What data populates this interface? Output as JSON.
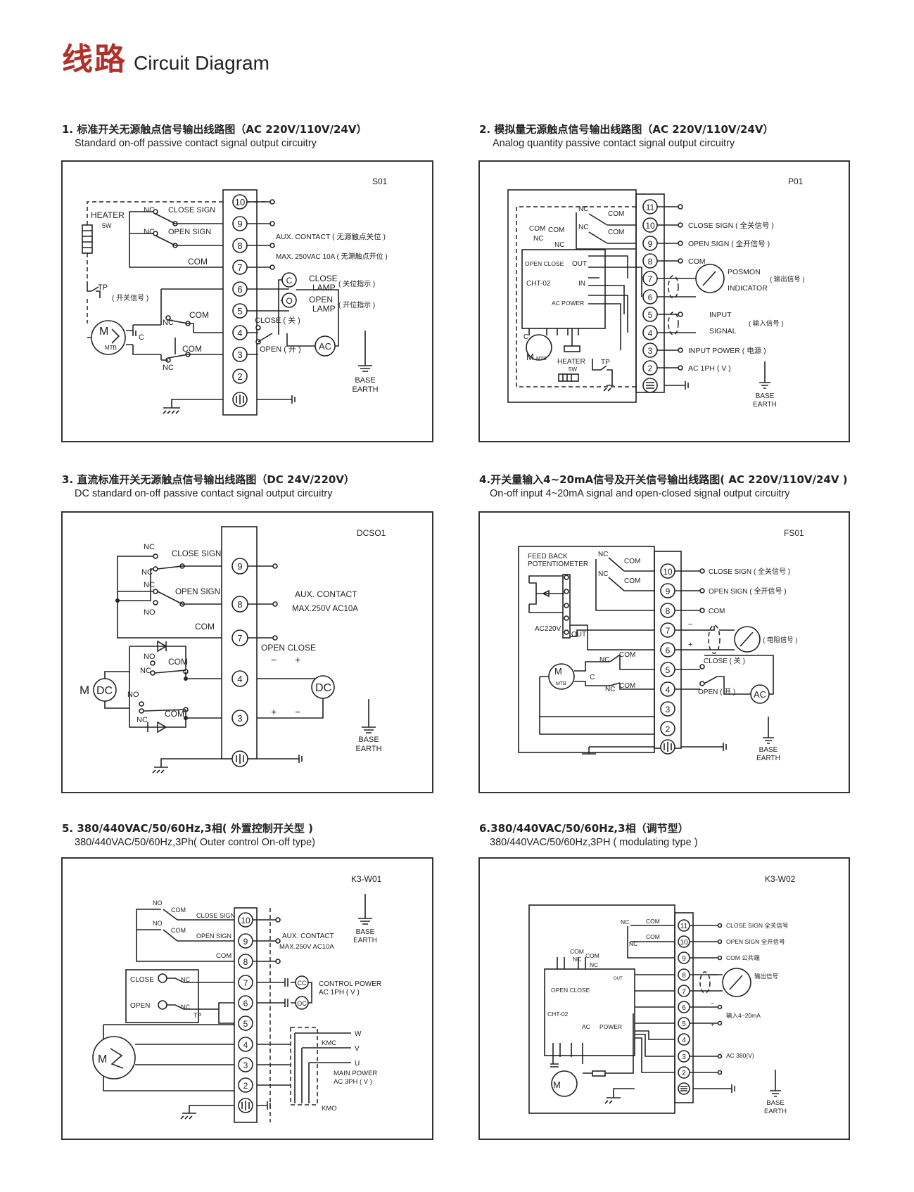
{
  "header": {
    "title_cn": "线路",
    "title_en": "Circuit Diagram"
  },
  "sections": [
    {
      "title": "1. 标准开关无源触点信号输出线路图（AC 220V/110V/24V）",
      "subtitle": "Standard on-off passive contact signal output circuitry",
      "code": "S01",
      "terminals": [
        "10",
        "9",
        "8",
        "7",
        "6",
        "5",
        "4",
        "3",
        "2"
      ],
      "labels": {
        "heater": "HEATER",
        "heater_w": "5W",
        "tp": "TP",
        "tp_cn": "( 开关信号 )",
        "nc1": "NC",
        "close_sign": "CLOSE SIGN",
        "nc2": "NC",
        "open_sign": "OPEN SIGN",
        "com": "COM",
        "aux": "AUX. CONTACT ( 无源触点关位 )",
        "max": "MAX. 250VAC 10A ( 无源触点开位 )",
        "close_lamp1": "CLOSE",
        "close_lamp2": "LAMP",
        "close_lamp_cn": "( 关位指示 )",
        "open_lamp1": "OPEN",
        "open_lamp2": "LAMP",
        "open_lamp_cn": "( 开位指示 )",
        "motor": "M",
        "mtb": "MTB",
        "cap": "C",
        "nc3": "NC",
        "com3": "COM",
        "nc4": "NC",
        "com4": "COM",
        "close_cn": "CLOSE ( 关 )",
        "open_cn": "OPEN ( 开 )",
        "ac": "AC",
        "base": "BASE",
        "earth": "EARTH",
        "lamp_c": "C",
        "lamp_o": "O"
      }
    },
    {
      "title": "2. 模拟量无源触点信号输出线路图（AC 220V/110V/24V）",
      "subtitle": "Analog quantity passive contact signal output circuitry",
      "code": "P01",
      "terminals": [
        "11",
        "10",
        "9",
        "8",
        "7",
        "6",
        "5",
        "4",
        "3",
        "2"
      ],
      "labels": {
        "close_sign": "CLOSE SIGN ( 全关信号 )",
        "open_sign": "OPEN SIGN ( 全开信号 )",
        "com": "COM",
        "posmon": "POSMON",
        "indicator": "INDICATOR",
        "out_cn": "( 输出信号 )",
        "input": "INPUT",
        "signal": "SIGNAL",
        "in_cn": "( 输入信号 )",
        "input_power": "INPUT POWER ( 电源 )",
        "ac1ph": "AC 1PH ( V )",
        "base": "BASE",
        "earth": "EARTH",
        "nc": "NC",
        "comx": "COM",
        "open_close": "OPEN CLOSE",
        "out": "OUT",
        "cht": "CHT-02",
        "in": "IN",
        "acpower": "AC POWER",
        "heater": "HEATER",
        "heater_w": "5W",
        "tp": "TP",
        "motor": "M",
        "mtb": "MTB",
        "cap": "C"
      }
    },
    {
      "title": "3. 直流标准开关无源触点信号输出线路图（DC 24V/220V）",
      "subtitle": "DC standard on-off passive contact signal output circuitry",
      "code": "DCSO1",
      "terminals": [
        "9",
        "8",
        "7",
        "4",
        "3"
      ],
      "labels": {
        "nc": "NC",
        "close_sign": "CLOSE SIGN",
        "no": "NO",
        "open_sign": "OPEN SIGN",
        "com": "COM",
        "aux": "AUX. CONTACT",
        "max": "MAX.250V AC10A",
        "open_close": "OPEN CLOSE",
        "minus": "−",
        "plus": "+",
        "dc": "DC",
        "motor": "M",
        "base": "BASE",
        "earth": "EARTH"
      }
    },
    {
      "title": "4.开关量输入4~20mA信号及开关信号输出线路图( AC 220V/110V/24V )",
      "subtitle": "On-off input 4~20mA signal and open-closed signal output circuitry",
      "code": "FS01",
      "terminals": [
        "10",
        "9",
        "8",
        "7",
        "6",
        "5",
        "4",
        "3",
        "2"
      ],
      "labels": {
        "feedback1": "FEED BACK",
        "feedback2": "POTENTIOMETER",
        "close_sign": "CLOSE SIGN ( 全关信号 )",
        "open_sign": "OPEN SIGN ( 全开信号 )",
        "com": "COM",
        "res": "( 电阻信号 )",
        "close": "CLOSE ( 关 )",
        "open": "OPEN ( 开 )",
        "ac": "AC",
        "ac220": "AC220V",
        "out": "OUT",
        "nc": "NC",
        "comx": "COM",
        "motor": "M",
        "mtb": "MTB",
        "cap": "C",
        "base": "BASE",
        "earth": "EARTH",
        "minus": "−",
        "plus": "+"
      }
    },
    {
      "title": "5. 380/440VAC/50/60Hz,3相( 外置控制开关型 )",
      "subtitle": "380/440VAC/50/60Hz,3Ph( Outer control On-off type)",
      "code": "K3-W01",
      "terminals": [
        "10",
        "9",
        "8",
        "7",
        "6",
        "5",
        "4",
        "3",
        "2"
      ],
      "labels": {
        "no": "NO",
        "com": "COM",
        "close_sign": "CLOSE SIGN",
        "open_sign": "OPEN SIGN",
        "aux": "AUX. CONTACT",
        "max": "MAX.250V AC10A",
        "close": "CLOSE",
        "open": "OPEN",
        "nc": "NC",
        "tp": "TP",
        "cc": "CC",
        "oc": "OC",
        "control1": "CONTROL POWER",
        "control2": "AC 1PH ( V )",
        "w": "W",
        "v": "V",
        "u": "U",
        "kmc": "KMC",
        "kmo": "KMO",
        "main1": "MAIN POWER",
        "main2": "AC 3PH ( V )",
        "motor": "M",
        "base": "BASE",
        "earth": "EARTH"
      }
    },
    {
      "title": "6.380/440VAC/50/60Hz,3相（调节型）",
      "subtitle": "380/440VAC/50/60Hz,3PH ( modulating type )",
      "code": "K3-W02",
      "terminals": [
        "11",
        "10",
        "9",
        "8",
        "7",
        "6",
        "5",
        "4",
        "3",
        "2"
      ],
      "labels": {
        "nc": "NC",
        "com": "COM",
        "close_sign": "CLOSE SIGN 全关信号",
        "open_sign": "OPEN SIGN 全开信号",
        "com_cn": "COM 公共端",
        "out_sig": "输出信号",
        "in_sig": "输入4~20mA",
        "ac380": "AC 380(V)",
        "open_close": "OPEN CLOSE",
        "cht": "CHT-02",
        "ac": "AC",
        "power": "POWER",
        "out": "OUT",
        "motor": "M",
        "base": "BASE",
        "earth": "EARTH",
        "minus": "−",
        "plus": "+"
      }
    }
  ]
}
